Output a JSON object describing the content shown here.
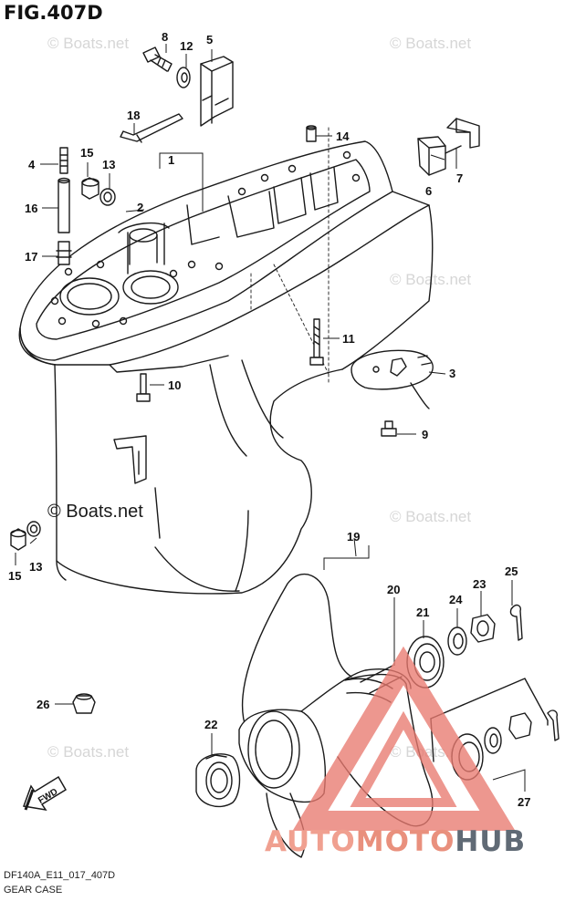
{
  "figure": {
    "title": "FIG.407D",
    "model_code": "DF140A_E11_017_407D",
    "caption": "GEAR CASE"
  },
  "watermarks": {
    "light": "© Boats.net",
    "dark": "© Boats.net"
  },
  "brand": {
    "part1": "AUTO",
    "part2": "MOTO",
    "part3": "HUB",
    "colors": {
      "red": "#e9746a",
      "grey": "#606a75"
    }
  },
  "fwd_label": "FWD",
  "callouts": {
    "c1": "1",
    "c2": "2",
    "c3": "3",
    "c4": "4",
    "c5": "5",
    "c6": "6",
    "c7": "7",
    "c8": "8",
    "c9": "9",
    "c10": "10",
    "c11": "11",
    "c12": "12",
    "c13a": "13",
    "c13b": "13",
    "c14": "14",
    "c15a": "15",
    "c15b": "15",
    "c16": "16",
    "c17": "17",
    "c18": "18",
    "c19": "19",
    "c20": "20",
    "c21": "21",
    "c22": "22",
    "c23": "23",
    "c24": "24",
    "c25": "25",
    "c26": "26",
    "c27": "27"
  }
}
